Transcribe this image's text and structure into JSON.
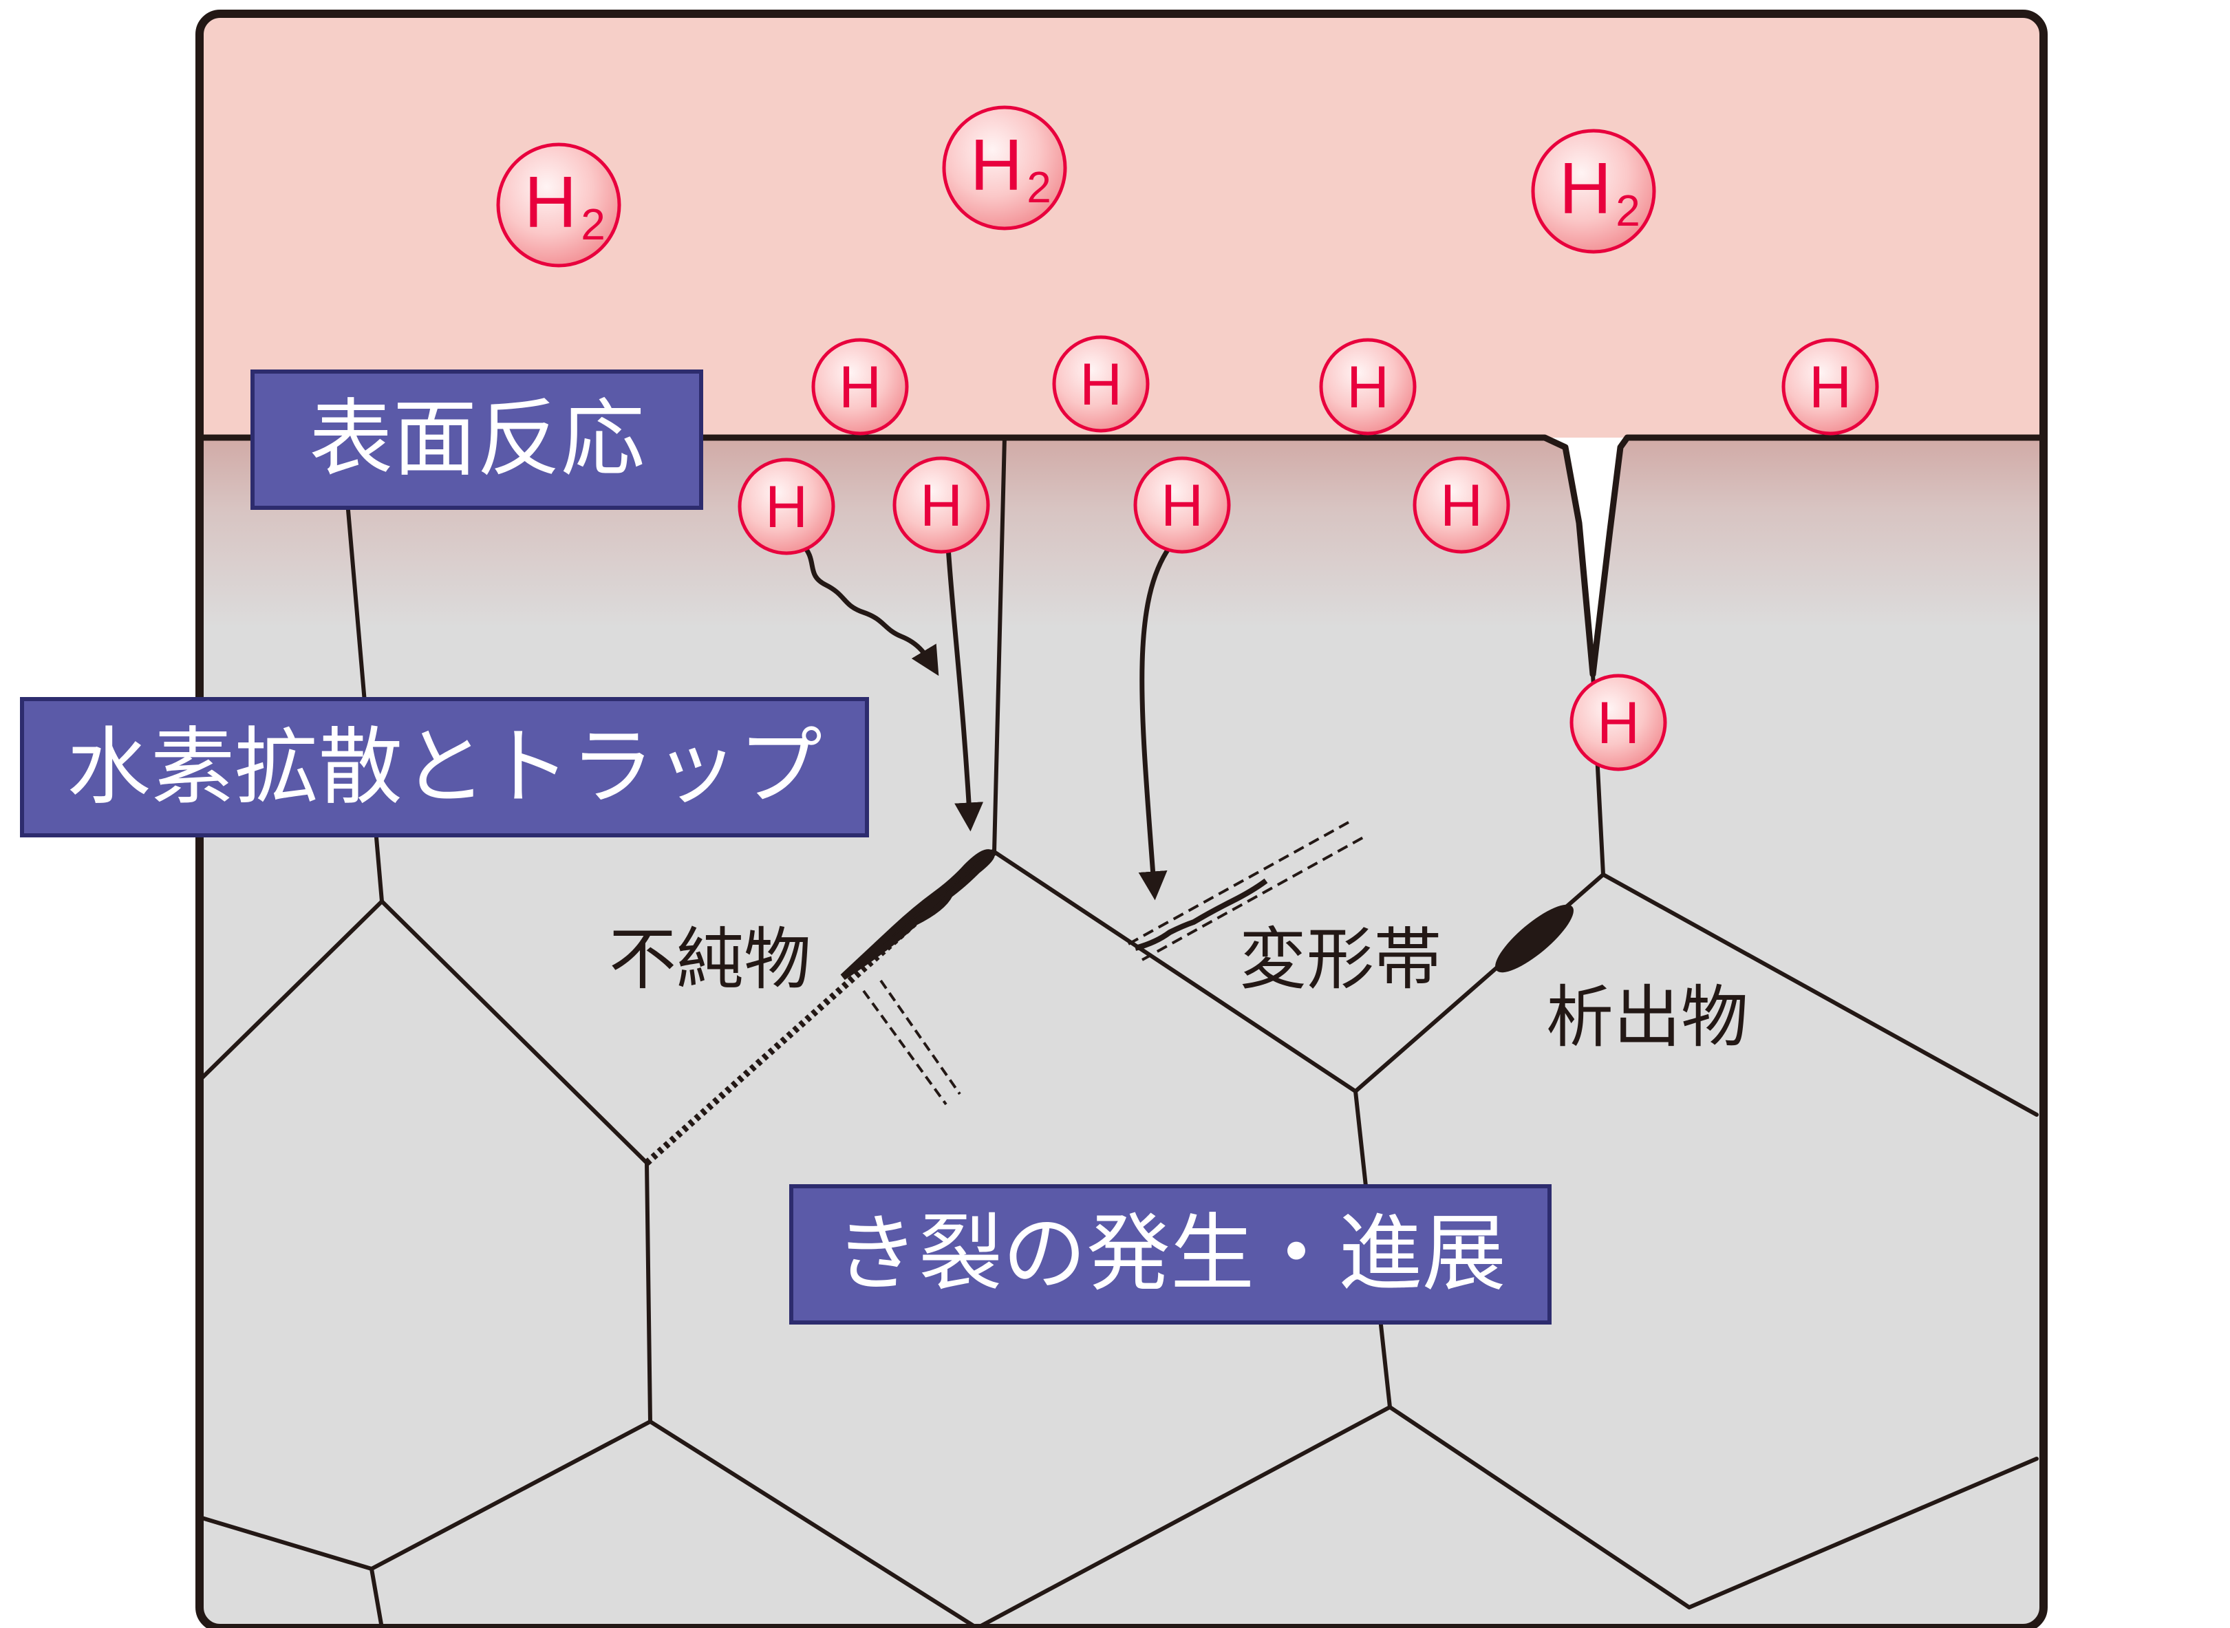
{
  "labels": {
    "surface_reaction": "表面反応",
    "diffusion_trap": "水素拡散とトラップ",
    "crack_growth": "き裂の発生・進展"
  },
  "annotations": {
    "impurity": "不純物",
    "deformation_band": "変形帯",
    "precipitate": "析出物"
  },
  "molecules": {
    "h2_symbol": "H",
    "h2_subscript": "2",
    "h_symbol": "H"
  },
  "colors": {
    "gas_region": "#f6cfc8",
    "metal_region": "#dcdcdc",
    "label_box": "#5b5aa8",
    "atom_outline": "#e8003d",
    "outline": "#231815"
  }
}
